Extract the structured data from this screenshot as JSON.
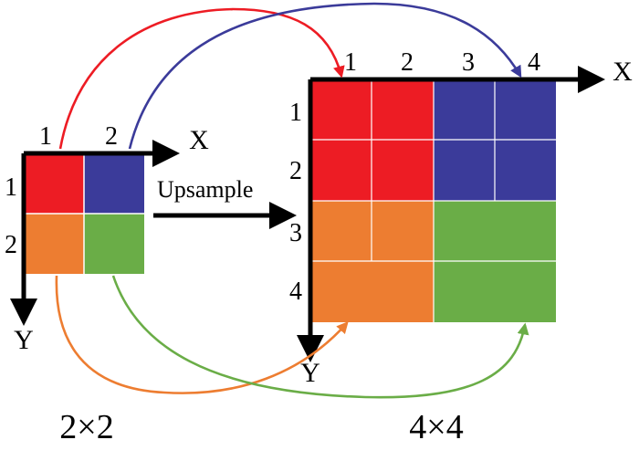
{
  "small_grid": {
    "caption": "2×2",
    "x_axis_label": "X",
    "y_axis_label": "Y",
    "col_ticks": [
      "1",
      "2"
    ],
    "row_ticks": [
      "1",
      "2"
    ],
    "cell_colors": [
      "#ed1c24",
      "#3b3b9a",
      "#ed7d31",
      "#6aad47"
    ]
  },
  "large_grid": {
    "caption": "4×4",
    "x_axis_label": "X",
    "y_axis_label": "Y",
    "col_ticks": [
      "1",
      "2",
      "3",
      "4"
    ],
    "row_ticks": [
      "1",
      "2",
      "3",
      "4"
    ]
  },
  "operation_label": "Upsample",
  "arrow_colors": {
    "red": "#ed1c24",
    "blue": "#3b3b9a",
    "orange": "#ed7d31",
    "green": "#6aad47"
  }
}
